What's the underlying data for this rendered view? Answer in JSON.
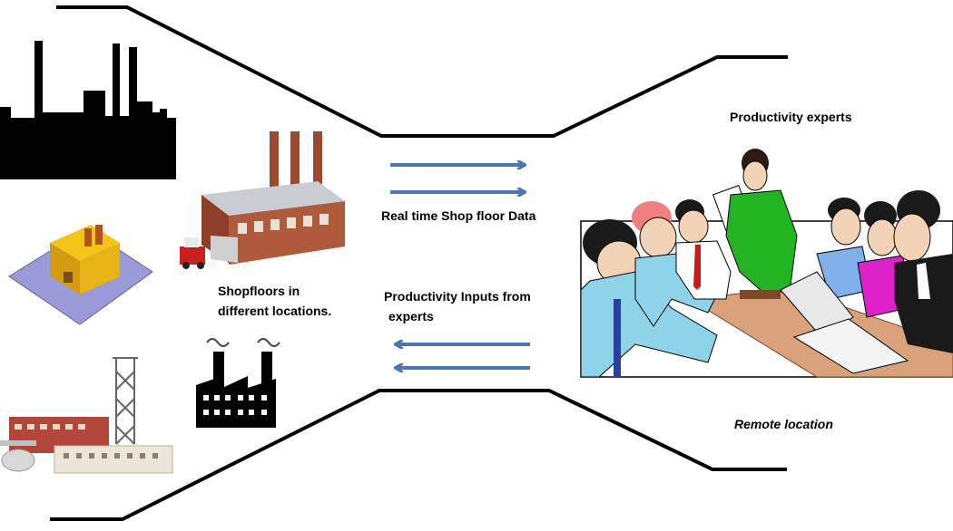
{
  "labels": {
    "productivity_experts": "Productivity experts",
    "realtime_data": "Real time Shop floor  Data",
    "productivity_inputs_line1": "Productivity  Inputs from",
    "productivity_inputs_line2": "experts",
    "shopfloors_line1": "Shopfloors  in",
    "shopfloors_line2": "different  locations.",
    "remote_location": "Remote location"
  },
  "colors": {
    "arrow": "#4a77b4",
    "frame_line": "#000000",
    "factory_brick": "#b05a3c",
    "table": "#d9a27a",
    "green_jacket": "#22b422",
    "magenta_shirt": "#e020c8"
  },
  "icons": [
    "industrial-plant-silhouette-icon",
    "brick-factory-icon",
    "yellow-factory-icon",
    "smoking-factory-icon",
    "refinery-icon",
    "meeting-room-illustration"
  ]
}
